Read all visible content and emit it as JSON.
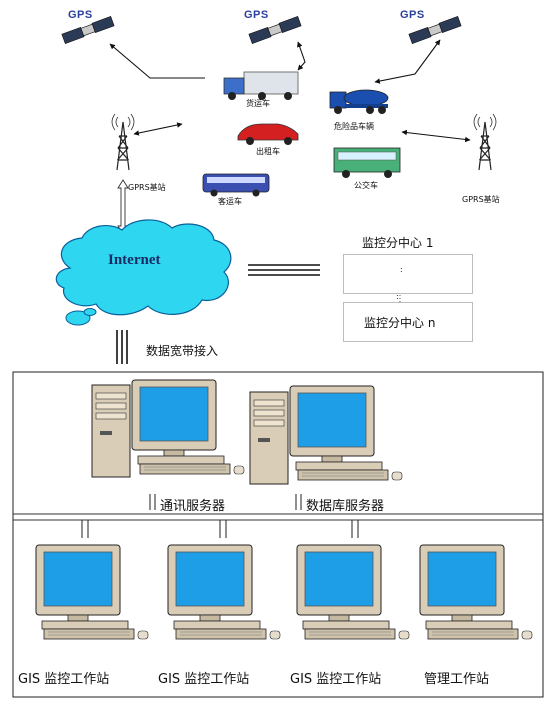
{
  "satellites": [
    {
      "label": "GPS"
    },
    {
      "label": "GPS"
    },
    {
      "label": "GPS"
    }
  ],
  "vehicles": {
    "truck": "货运车",
    "hazmat": "危险品车辆",
    "taxi": "出租车",
    "bus": "公交车",
    "coach": "客运车"
  },
  "base_stations": {
    "left": "GPRS基站",
    "right": "GPRS基站"
  },
  "internet": {
    "label": "Internet",
    "broadband_label": "数据宽带接入"
  },
  "sub_centers": {
    "first": "监控分中心 1",
    "dots_top": ":",
    "dots_mid": ":",
    "last": "监控分中心 n"
  },
  "servers": {
    "comm": "通讯服务器",
    "db": "数据库服务器"
  },
  "workstations": [
    {
      "label": "GIS 监控工作站"
    },
    {
      "label": "GIS 监控工作站"
    },
    {
      "label": "GIS 监控工作站"
    },
    {
      "label": "管理工作站"
    }
  ],
  "colors": {
    "cloud": "#2fd6f0",
    "screen": "#1e9ee6",
    "computer_body": "#d9cdb8",
    "truck": "#dfe4ea",
    "hazmat": "#1a4fb0",
    "taxi": "#d42020",
    "bus": "#49b07a",
    "coach": "#3a4fb0"
  }
}
